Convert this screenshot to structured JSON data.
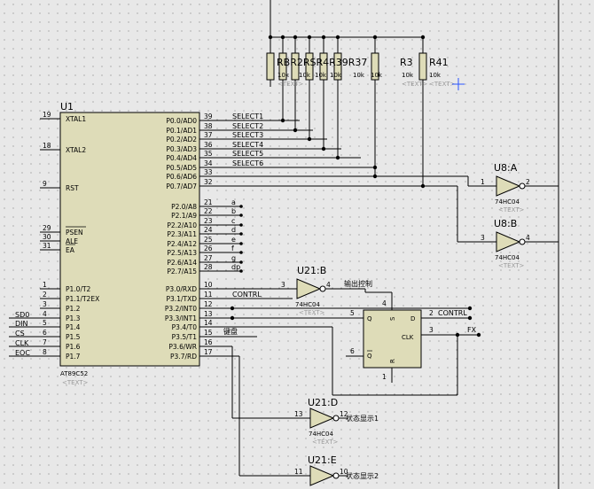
{
  "u1": {
    "ref": "U1",
    "part": "AT89C52",
    "text_tag": "<TEXT>",
    "left_pins": [
      {
        "num": "19",
        "name": "XTAL1"
      },
      {
        "num": "18",
        "name": "XTAL2"
      },
      {
        "num": "9",
        "name": "RST"
      },
      {
        "num": "29",
        "name": "PSEN"
      },
      {
        "num": "30",
        "name": "ALE"
      },
      {
        "num": "31",
        "name": "EA"
      },
      {
        "num": "1",
        "name": "P1.0/T2"
      },
      {
        "num": "2",
        "name": "P1.1/T2EX"
      },
      {
        "num": "3",
        "name": "P1.2"
      },
      {
        "num": "4",
        "name": "P1.3"
      },
      {
        "num": "5",
        "name": "P1.4"
      },
      {
        "num": "6",
        "name": "P1.5"
      },
      {
        "num": "7",
        "name": "P1.6"
      },
      {
        "num": "8",
        "name": "P1.7"
      }
    ],
    "right_pins": [
      {
        "num": "39",
        "name": "P0.0/AD0"
      },
      {
        "num": "38",
        "name": "P0.1/AD1"
      },
      {
        "num": "37",
        "name": "P0.2/AD2"
      },
      {
        "num": "36",
        "name": "P0.3/AD3"
      },
      {
        "num": "35",
        "name": "P0.4/AD4"
      },
      {
        "num": "34",
        "name": "P0.5/AD5"
      },
      {
        "num": "33",
        "name": "P0.6/AD6"
      },
      {
        "num": "32",
        "name": "P0.7/AD7"
      },
      {
        "num": "21",
        "name": "P2.0/A8"
      },
      {
        "num": "22",
        "name": "P2.1/A9"
      },
      {
        "num": "23",
        "name": "P2.2/A10"
      },
      {
        "num": "24",
        "name": "P2.3/A11"
      },
      {
        "num": "25",
        "name": "P2.4/A12"
      },
      {
        "num": "26",
        "name": "P2.5/A13"
      },
      {
        "num": "27",
        "name": "P2.6/A14"
      },
      {
        "num": "28",
        "name": "P2.7/A15"
      },
      {
        "num": "10",
        "name": "P3.0/RXD"
      },
      {
        "num": "11",
        "name": "P3.1/TXD"
      },
      {
        "num": "12",
        "name": "P3.2/INT0"
      },
      {
        "num": "13",
        "name": "P3.3/INT1"
      },
      {
        "num": "14",
        "name": "P3.4/T0"
      },
      {
        "num": "15",
        "name": "P3.5/T1"
      },
      {
        "num": "16",
        "name": "P3.6/WR"
      },
      {
        "num": "17",
        "name": "P3.7/RD"
      }
    ]
  },
  "p1_nets": [
    "SD0",
    "DIN",
    "CS",
    "CLK",
    "EOC"
  ],
  "select_nets": [
    "SELECT1",
    "SELECT2",
    "SELECT3",
    "SELECT4",
    "SELECT5",
    "SELECT6"
  ],
  "p2_nets": [
    "a",
    "b",
    "c",
    "d",
    "e",
    "f",
    "g",
    "dp"
  ],
  "p3_net_labels": {
    "contrl": "CONTRL",
    "jianpan": "键盘"
  },
  "resistors": {
    "refs": [
      "R",
      "R",
      "R",
      "R",
      "R",
      "R",
      "R3",
      "R41"
    ],
    "ref_overlap": "RBR2RSR4R39R37",
    "value": "10k",
    "text_tag": "<TEXT>"
  },
  "gates": [
    {
      "ref": "U8:A",
      "part": "74HC04",
      "in": "1",
      "out": "2"
    },
    {
      "ref": "U8:B",
      "part": "74HC04",
      "in": "3",
      "out": "4"
    },
    {
      "ref": "U21:B",
      "part": "74HC04",
      "in": "3",
      "out": "4"
    },
    {
      "ref": "U21:D",
      "part": "74HC04",
      "in": "13",
      "out": "12"
    },
    {
      "ref": "U21:E",
      "part": "74HC04",
      "in": "11",
      "out": "10"
    }
  ],
  "gate_text_tag": "<TEXT>",
  "flipflop": {
    "pins": {
      "q": "Q",
      "qbar": "Q",
      "d": "D",
      "clk": "CLK",
      "s": "S",
      "r": "R"
    },
    "pin_nums": {
      "q": "5",
      "qbar": "6",
      "d": "2",
      "clk": "3",
      "s": "4",
      "r": "1"
    },
    "d_net": "CONTRL",
    "clk_net": "FX",
    "s_net_label": "输出控制"
  },
  "status_labels": [
    "状态显示1",
    "状态显示2"
  ]
}
